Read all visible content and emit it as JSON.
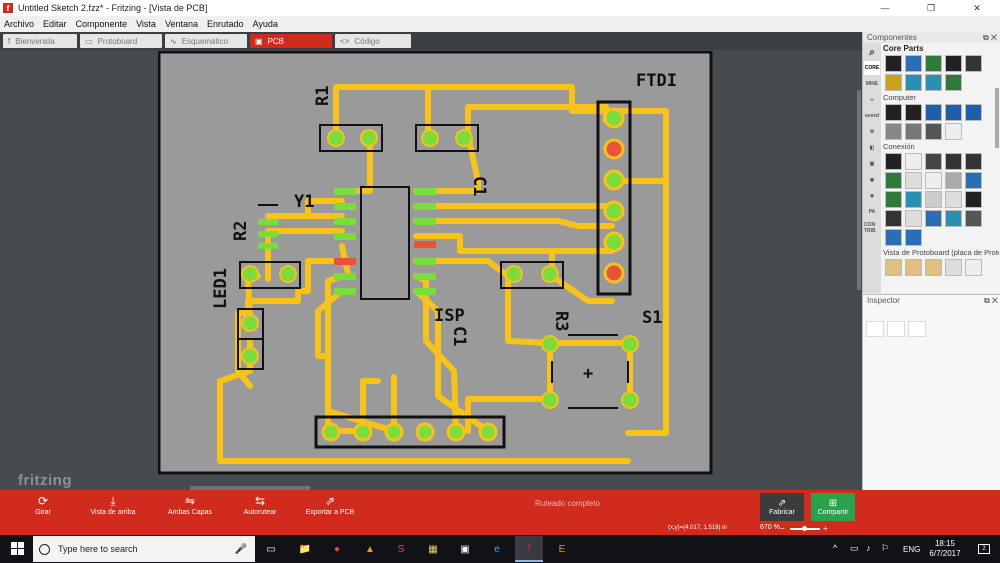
{
  "window": {
    "title": "Untitled Sketch 2.fzz* - Fritzing - [Vista de PCB]",
    "app_icon": "f"
  },
  "menu": [
    "Archivo",
    "Editar",
    "Componente",
    "Vista",
    "Ventana",
    "Enrutado",
    "Ayuda"
  ],
  "tabs": [
    {
      "label": "Bienvenida",
      "icon": "f-icon",
      "glyph": "f"
    },
    {
      "label": "Protoboard",
      "icon": "breadboard-icon",
      "glyph": "▭"
    },
    {
      "label": "Esquemático",
      "icon": "schematic-icon",
      "glyph": "∿"
    },
    {
      "label": "PCB",
      "icon": "pcb-icon",
      "glyph": "▣"
    },
    {
      "label": "Código",
      "icon": "code-icon",
      "glyph": "<>"
    }
  ],
  "canvas": {
    "watermark": "fritzing"
  },
  "pcb": {
    "labels": {
      "ftdi": "FTDI",
      "r1": "R1",
      "y1": "Y1",
      "r2": "R2",
      "led1": "LED1",
      "c1": "C1",
      "isp": "ISP",
      "r3": "R3",
      "s1": "S1",
      "plus": "+"
    },
    "colors": {
      "board": "#9a9a9a",
      "trace": "#f7c31a",
      "pad_green": "#7cdc3c",
      "pad_red": "#e8533a",
      "outline": "#111111"
    }
  },
  "components_panel": {
    "title": "Componentes",
    "categories": [
      "CORE",
      "MINE",
      "∞",
      "seeed",
      "PA",
      "CON TRIB"
    ],
    "sections": {
      "core": "Core Parts",
      "computer": "Computer",
      "connection": "Conexión",
      "breadboard_view": "Vista de Protoboard (placa de Prototi"
    },
    "panel_icons": {
      "float": "⧉",
      "close": "✕"
    }
  },
  "inspector": {
    "title": "Inspector"
  },
  "toolbar": {
    "buttons": [
      {
        "label": "Girar",
        "icon": "rotate-icon",
        "glyph": "⟳"
      },
      {
        "label": "Vista de arriba",
        "icon": "top-view-icon",
        "glyph": "⤓"
      },
      {
        "label": "Ambas Capas",
        "icon": "both-layers-icon",
        "glyph": "⇋"
      },
      {
        "label": "Autorutear",
        "icon": "autoroute-icon",
        "glyph": "⇆"
      },
      {
        "label": "Exportar a PCB",
        "icon": "export-icon",
        "glyph": "⇗"
      }
    ],
    "status": "Ruteado completo",
    "fab": {
      "label": "Fabricar",
      "glyph": "⇗"
    },
    "share": {
      "label": "Compartir",
      "glyph": "⊞"
    }
  },
  "statusbar": {
    "coords": "(x,y)=(4.017, 1.518) in",
    "zoom": "670 %",
    "zoom_minus": "−",
    "zoom_plus": "+",
    "zoom_level": 0.4
  },
  "taskbar": {
    "search_placeholder": "Type here to search",
    "mic": "🎤",
    "task_view": "▭",
    "apps": [
      "📁",
      "●",
      "▲",
      "S",
      "▦",
      "▣",
      "e",
      "f",
      "E"
    ],
    "tray": [
      "^",
      "▭",
      "♪",
      "⚐",
      "◔"
    ],
    "language": "ENG",
    "time": "18:15",
    "date": "6/7/2017",
    "notification": "2"
  }
}
